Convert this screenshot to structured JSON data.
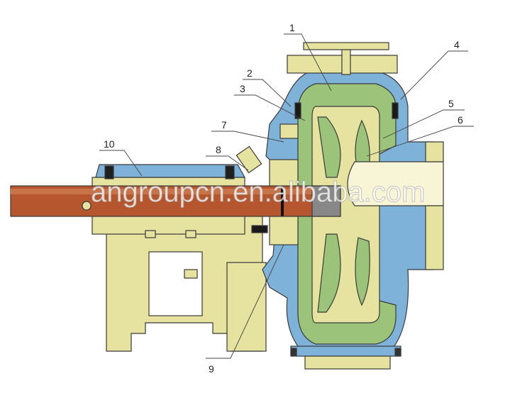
{
  "diagram": {
    "type": "slurry pump cross-section",
    "part_labels": [
      "1",
      "2",
      "3",
      "4",
      "5",
      "6",
      "7",
      "8",
      "9",
      "10"
    ],
    "watermark": "angroupcn.en.alibaba.com",
    "colors": {
      "casing": "#7fb2d8",
      "liner": "#9bc47a",
      "frame": "#e6e3a0",
      "bore": "#f8f5d6",
      "shaft": "#b5562e",
      "outline": "#3a3a3a"
    }
  }
}
